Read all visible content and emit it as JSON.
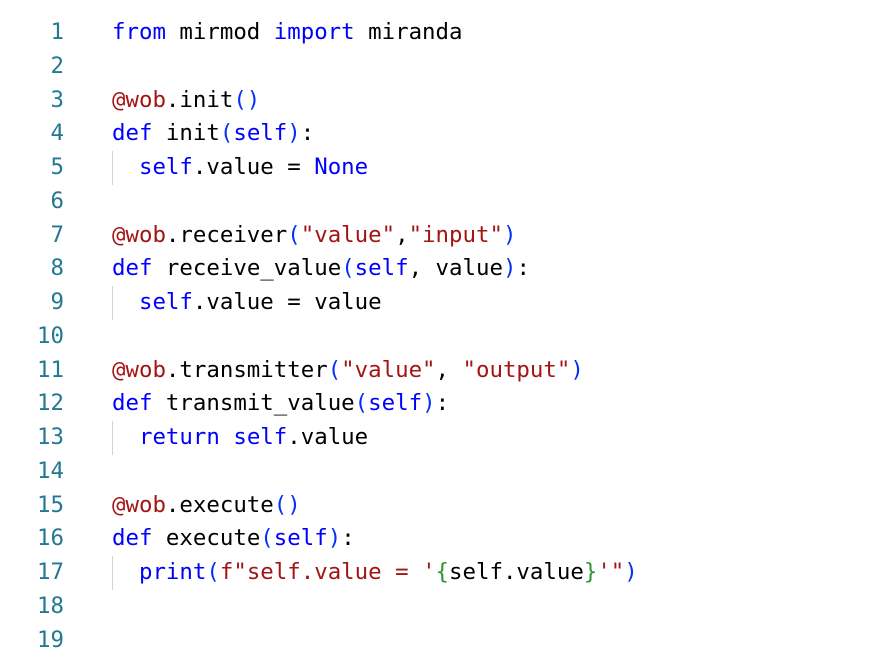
{
  "editor": {
    "lines": [
      {
        "n": "1",
        "indent": 0,
        "tokens": [
          [
            "from",
            "kw"
          ],
          [
            " mirmod ",
            "plain"
          ],
          [
            "import",
            "kw"
          ],
          [
            " miranda",
            "plain"
          ]
        ]
      },
      {
        "n": "2",
        "indent": 0,
        "tokens": []
      },
      {
        "n": "3",
        "indent": 0,
        "tokens": [
          [
            "@wob",
            "dec"
          ],
          [
            ".init",
            "plain"
          ],
          [
            "()",
            "paren"
          ]
        ]
      },
      {
        "n": "4",
        "indent": 0,
        "tokens": [
          [
            "def",
            "kw"
          ],
          [
            " init",
            "fn"
          ],
          [
            "(",
            "paren"
          ],
          [
            "self",
            "self"
          ],
          [
            ")",
            "paren"
          ],
          [
            ":",
            "plain"
          ]
        ]
      },
      {
        "n": "5",
        "indent": 1,
        "tokens": [
          [
            "  ",
            "plain"
          ],
          [
            "self",
            "self"
          ],
          [
            ".value = ",
            "plain"
          ],
          [
            "None",
            "const"
          ]
        ]
      },
      {
        "n": "6",
        "indent": 0,
        "tokens": []
      },
      {
        "n": "7",
        "indent": 0,
        "tokens": [
          [
            "@wob",
            "dec"
          ],
          [
            ".receiver",
            "plain"
          ],
          [
            "(",
            "paren"
          ],
          [
            "\"value\"",
            "str"
          ],
          [
            ",",
            "plain"
          ],
          [
            "\"input\"",
            "str"
          ],
          [
            ")",
            "paren"
          ]
        ]
      },
      {
        "n": "8",
        "indent": 0,
        "tokens": [
          [
            "def",
            "kw"
          ],
          [
            " receive_value",
            "fn"
          ],
          [
            "(",
            "paren"
          ],
          [
            "self",
            "self"
          ],
          [
            ", value",
            "plain"
          ],
          [
            ")",
            "paren"
          ],
          [
            ":",
            "plain"
          ]
        ]
      },
      {
        "n": "9",
        "indent": 1,
        "tokens": [
          [
            "  ",
            "plain"
          ],
          [
            "self",
            "self"
          ],
          [
            ".value = value",
            "plain"
          ]
        ]
      },
      {
        "n": "10",
        "indent": 0,
        "tokens": []
      },
      {
        "n": "11",
        "indent": 0,
        "tokens": [
          [
            "@wob",
            "dec"
          ],
          [
            ".transmitter",
            "plain"
          ],
          [
            "(",
            "paren"
          ],
          [
            "\"value\"",
            "str"
          ],
          [
            ", ",
            "plain"
          ],
          [
            "\"output\"",
            "str"
          ],
          [
            ")",
            "paren"
          ]
        ]
      },
      {
        "n": "12",
        "indent": 0,
        "tokens": [
          [
            "def",
            "kw"
          ],
          [
            " transmit_value",
            "fn"
          ],
          [
            "(",
            "paren"
          ],
          [
            "self",
            "self"
          ],
          [
            ")",
            "paren"
          ],
          [
            ":",
            "plain"
          ]
        ]
      },
      {
        "n": "13",
        "indent": 1,
        "tokens": [
          [
            "  ",
            "plain"
          ],
          [
            "return",
            "kw"
          ],
          [
            " ",
            "plain"
          ],
          [
            "self",
            "self"
          ],
          [
            ".value",
            "plain"
          ]
        ]
      },
      {
        "n": "14",
        "indent": 0,
        "tokens": []
      },
      {
        "n": "15",
        "indent": 0,
        "tokens": [
          [
            "@wob",
            "dec"
          ],
          [
            ".execute",
            "plain"
          ],
          [
            "()",
            "paren"
          ]
        ]
      },
      {
        "n": "16",
        "indent": 0,
        "tokens": [
          [
            "def",
            "kw"
          ],
          [
            " execute",
            "fn"
          ],
          [
            "(",
            "paren"
          ],
          [
            "self",
            "self"
          ],
          [
            ")",
            "paren"
          ],
          [
            ":",
            "plain"
          ]
        ]
      },
      {
        "n": "17",
        "indent": 1,
        "tokens": [
          [
            "  ",
            "plain"
          ],
          [
            "print",
            "builtin"
          ],
          [
            "(",
            "paren"
          ],
          [
            "f\"self.value = '",
            "str"
          ],
          [
            "{",
            "brace"
          ],
          [
            "self.value",
            "plain"
          ],
          [
            "}",
            "brace"
          ],
          [
            "'\"",
            "str"
          ],
          [
            ")",
            "paren"
          ]
        ]
      },
      {
        "n": "18",
        "indent": 0,
        "tokens": []
      },
      {
        "n": "19",
        "indent": 0,
        "tokens": []
      }
    ]
  }
}
